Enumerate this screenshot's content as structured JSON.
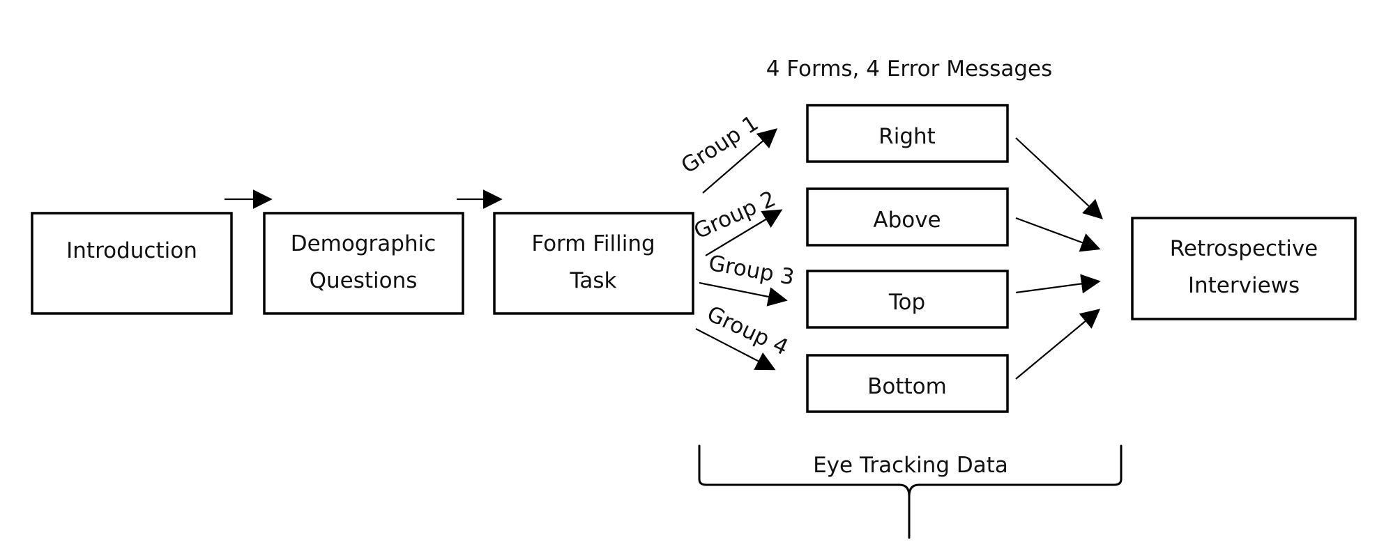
{
  "header": {
    "caption": "4 Forms, 4 Error Messages"
  },
  "steps": {
    "introduction": "Introduction",
    "demographic_line1": "Demographic",
    "demographic_line2": "Questions",
    "form_filling_line1": "Form Filling",
    "form_filling_line2": "Task",
    "retrospective_line1": "Retrospective",
    "retrospective_line2": "Interviews"
  },
  "groups": [
    "Group 1",
    "Group 2",
    "Group 3",
    "Group 4"
  ],
  "forms": [
    "Right",
    "Above",
    "Top",
    "Bottom"
  ],
  "brace_label": "Eye Tracking Data"
}
